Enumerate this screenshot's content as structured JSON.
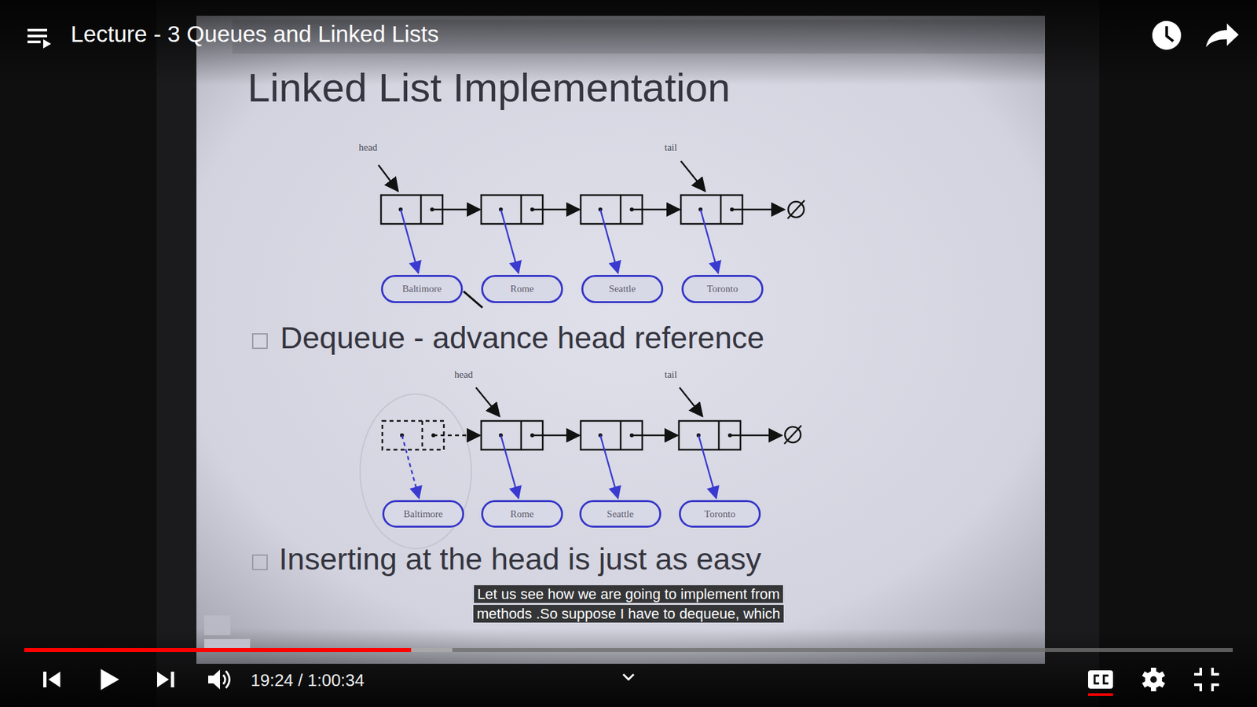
{
  "diagram": {
    "title": "Linked List Implementation",
    "caption": "Let us see how we are going to implement from methods .So suppose I have to dequeue, which",
    "nodes": [
      {
        "text": [
          "Baltimore"
        ]
      },
      {
        "text": [
          "Rome"
        ]
      },
      {
        "text": [
          "Seattle"
        ]
      },
      {
        "text": [
          "Toronto"
        ]
      },
      {
        "text": [
          "Baltimore"
        ]
      },
      {
        "text": [
          "Rome"
        ]
      },
      {
        "text": [
          "Seattle"
        ]
      },
      {
        "text": [
          "Toronto"
        ]
      }
    ],
    "labels": [
      "Lecture - 3 Queues and Linked Lists",
      "head",
      "tail",
      "Dequeue - advance head reference",
      "head",
      "tail",
      "Inserting at the head is just as easy",
      "19:24 / 1:00:34"
    ]
  }
}
